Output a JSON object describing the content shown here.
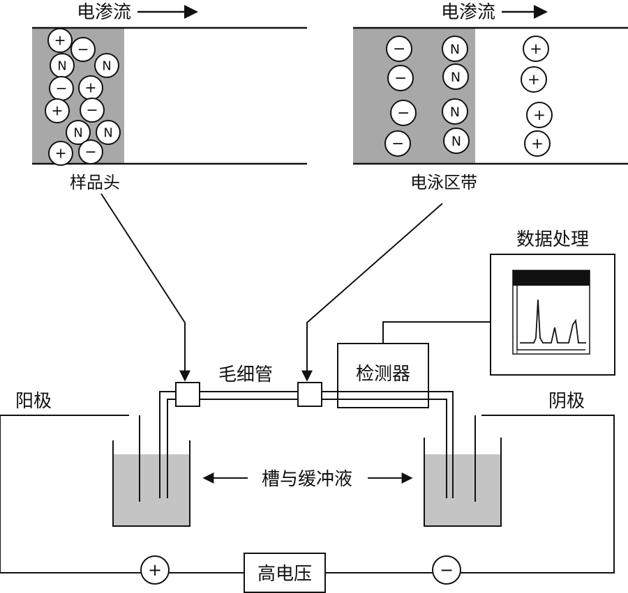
{
  "labels": {
    "eof_left": "电渗流",
    "eof_right": "电渗流",
    "sample_plug": "样品头",
    "band": "电泳区带",
    "data_processing": "数据处理",
    "detector": "检测器",
    "capillary": "毛细管",
    "anode": "阳极",
    "cathode": "阴极",
    "reservoir": "槽与缓冲液",
    "hv": "高电压"
  },
  "symbols": {
    "plus": "+",
    "minus": "−",
    "neutral": "N"
  },
  "colors": {
    "line": "#111111",
    "fill_gray": "#a8a8a8",
    "buffer_gray": "#c4c4c4",
    "plot_bar": "#111111"
  }
}
